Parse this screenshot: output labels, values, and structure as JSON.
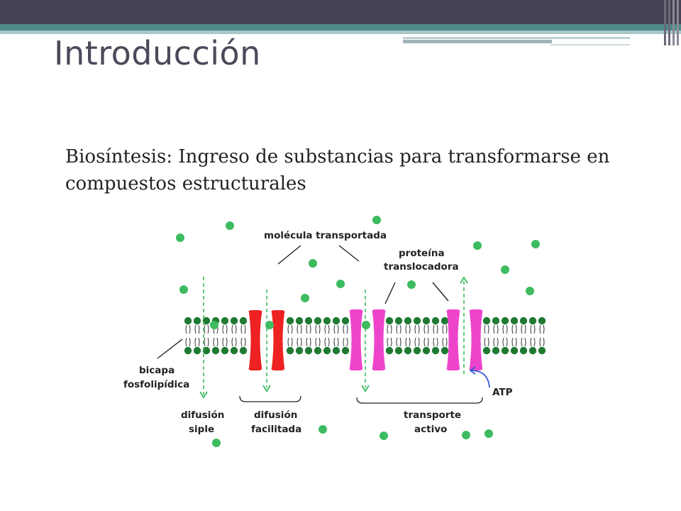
{
  "slide": {
    "title": "Introducción",
    "body_text": "Biosíntesis: Ingreso de substancias para transformarse en compuestos estructurales"
  },
  "diagram": {
    "labels": {
      "molecule": "molécula transportada",
      "protein_1": "proteína",
      "protein_2": "translocadora",
      "bilayer_1": "bicapa",
      "bilayer_2": "fosfolipídica",
      "simple_1": "difusión",
      "simple_2": "siple",
      "facilitated_1": "difusión",
      "facilitated_2": "facilitada",
      "active_1": "transporte",
      "active_2": "activo",
      "atp": "ATP"
    },
    "colors": {
      "molecule": "#3dbb5f",
      "lipid": "#1f7a33",
      "channel_protein": "#ee2222",
      "carrier_protein": "#ee44cc",
      "atp_arrow": "#3b5bd6"
    }
  }
}
